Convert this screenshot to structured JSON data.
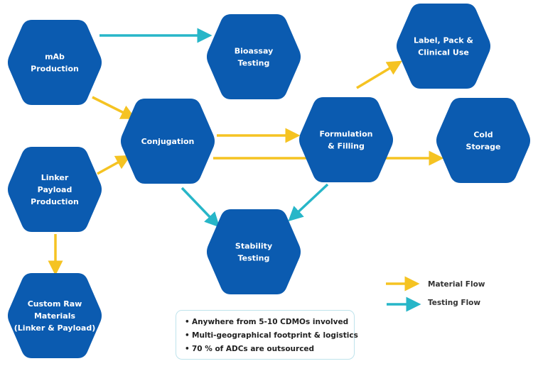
{
  "colors": {
    "hexagon": "#0b5bb0",
    "material_flow": "#f5c322",
    "testing_flow": "#27b6c8",
    "text_light": "#ffffff",
    "text_dark": "#222222"
  },
  "nodes": [
    {
      "id": "mab",
      "lines": [
        "mAb",
        "Production"
      ]
    },
    {
      "id": "bioassay",
      "lines": [
        "Bioassay",
        "Testing"
      ]
    },
    {
      "id": "label",
      "lines": [
        "Label, Pack &",
        "Clinical Use"
      ]
    },
    {
      "id": "conjugation",
      "lines": [
        "Conjugation"
      ]
    },
    {
      "id": "formulation",
      "lines": [
        "Formulation",
        "& Filling"
      ]
    },
    {
      "id": "cold",
      "lines": [
        "Cold",
        "Storage"
      ]
    },
    {
      "id": "linker",
      "lines": [
        "Linker",
        "Payload",
        "Production"
      ]
    },
    {
      "id": "stability",
      "lines": [
        "Stability",
        "Testing"
      ]
    },
    {
      "id": "raw",
      "lines": [
        "Custom Raw",
        "Materials",
        "(Linker & Payload)"
      ]
    }
  ],
  "edges": [
    {
      "from": "mab",
      "to": "bioassay",
      "type": "testing"
    },
    {
      "from": "mab",
      "to": "conjugation",
      "type": "material"
    },
    {
      "from": "linker",
      "to": "conjugation",
      "type": "material"
    },
    {
      "from": "linker",
      "to": "raw",
      "type": "material"
    },
    {
      "from": "conjugation",
      "to": "formulation",
      "type": "material"
    },
    {
      "from": "conjugation",
      "to": "cold",
      "type": "material"
    },
    {
      "from": "conjugation",
      "to": "stability",
      "type": "testing"
    },
    {
      "from": "formulation",
      "to": "label",
      "type": "material"
    },
    {
      "from": "formulation",
      "to": "stability",
      "type": "testing"
    }
  ],
  "legend": {
    "material_flow": "Material Flow",
    "testing_flow": "Testing Flow"
  },
  "notes": [
    "Anywhere from 5-10 CDMOs involved",
    "Multi-geographical footprint & logistics",
    "70 % of ADCs are outsourced"
  ],
  "bullet_char": "•"
}
